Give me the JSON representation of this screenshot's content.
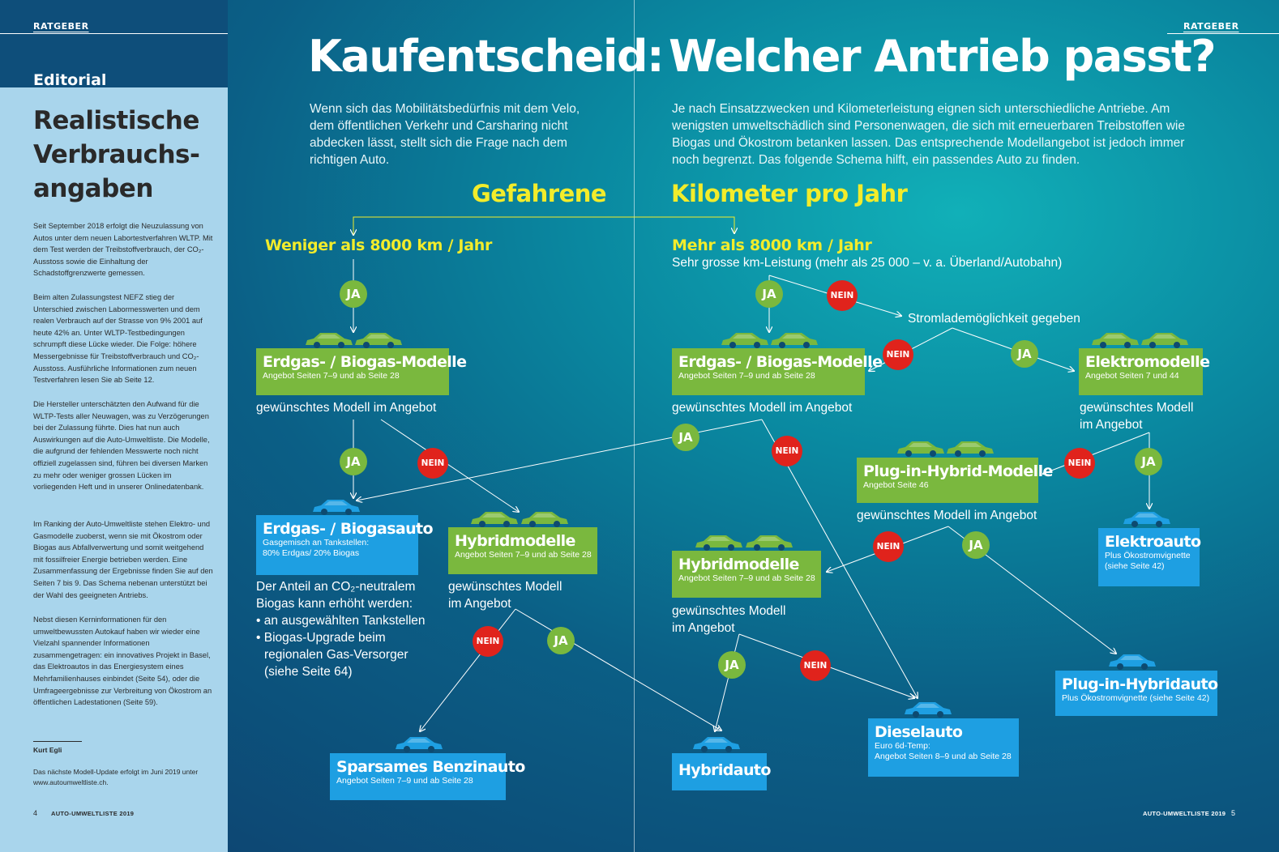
{
  "section_label": "RATGEBER",
  "editorial": {
    "label": "Editorial",
    "title": "Realistische Verbrauchs-angaben",
    "paragraphs": [
      "Seit September 2018 erfolgt die Neuzulassung von Autos unter dem neuen Labortestverfahren WLTP. Mit dem Test werden der Treibstoffverbrauch, der CO₂-Ausstoss sowie die Einhaltung der Schadstoffgrenzwerte gemessen.",
      "Beim alten Zulassungstest NEFZ stieg der Unterschied zwischen Labormesswerten und dem realen Verbrauch auf der Strasse von 9% 2001 auf heute 42% an. Unter WLTP-Testbedingungen schrumpft diese Lücke wieder. Die Folge: höhere Messergebnisse für Treibstoffverbrauch und CO₂-Ausstoss. Ausführliche Informationen zum neuen Testverfahren lesen Sie ab Seite 12.",
      "Die Hersteller unterschätzten den Aufwand für die WLTP-Tests aller Neuwagen, was zu Verzögerungen bei der Zulassung führte. Dies hat nun auch Auswirkungen auf die Auto-Umweltliste. Die Modelle, die aufgrund der fehlenden Messwerte noch nicht offiziell zugelassen sind, führen bei diversen Marken zu mehr oder weniger grossen Lücken im vorliegenden Heft und in unserer Onlinedatenbank.",
      "Im Ranking der Auto-Umweltliste stehen Elektro- und Gasmodelle zuoberst, wenn sie mit Ökostrom oder Biogas aus Abfallverwertung und somit weitgehend mit fossilfreier Energie betrieben werden. Eine Zusammenfassung der Ergebnisse finden Sie auf den Seiten 7 bis 9. Das Schema nebenan unterstützt bei der Wahl des geeigneten Antriebs.",
      "Nebst diesen Kerninformationen für den umweltbewussten Autokauf haben wir wieder eine Vielzahl spannender Informationen zusammengetragen: ein innovatives Projekt in Basel, das Elektroautos in das Energiesystem eines Mehrfamilienhauses einbindet (Seite 54), oder die Umfrageergebnisse zur Verbreitung von Ökostrom an öffentlichen Ladestationen (Seite 59)."
    ],
    "author": "Kurt Egli",
    "update_note": "Das nächste Modell-Update erfolgt im Juni 2019 unter www.autoumweltliste.ch."
  },
  "footer": {
    "left_page": "4",
    "right_page": "5",
    "publication": "AUTO-UMWELTLISTE 2019"
  },
  "headline": {
    "left": "Kaufentscheid:",
    "right": "Welcher Antrieb passt?"
  },
  "intro": {
    "left": "Wenn sich das Mobilitätsbedürfnis mit dem Velo, dem öffentlichen Verkehr und Carsharing nicht abdecken lässt, stellt sich die Frage nach dem richtigen Auto.",
    "right": "Je nach Einsatzzwecken und Kilometerleistung eignen sich unterschiedliche Antriebe. Am wenigsten umweltschädlich sind Personenwagen, die sich mit erneuerbaren Treibstoffen wie Biogas und Ökostrom betanken lassen. Das entsprechende Modellangebot ist jedoch immer noch begrenzt. Das folgende Schema hilft, ein passendes Auto zu finden."
  },
  "flow": {
    "heading_left": "Gefahrene",
    "heading_right": "Kilometer pro Jahr",
    "less_than": "Weniger als 8000 km / Jahr",
    "more_than": "Mehr als 8000 km / Jahr",
    "more_sub": "Sehr grosse km-Leistung (mehr als 25 000 – v. a. Überland/Autobahn)",
    "ja": "JA",
    "nein": "NEIN",
    "charging_question": "Stromlademöglichkeit gegeben",
    "available_q": "gewünschtes Modell im Angebot",
    "boxes": {
      "erdgas_modelle_l": {
        "title": "Erdgas- / Biogas-Modelle",
        "sub": "Angebot Seiten 7–9 und ab Seite 28"
      },
      "erdgas_modelle_r": {
        "title": "Erdgas- / Biogas-Modelle",
        "sub": "Angebot Seiten 7–9 und ab Seite 28"
      },
      "elektromodelle": {
        "title": "Elektromodelle",
        "sub": "Angebot Seiten 7 und 44"
      },
      "erdgasauto": {
        "title": "Erdgas- / Biogasauto",
        "sub1": "Gasgemisch an Tankstellen:",
        "sub2": "80% Erdgas/ 20% Biogas"
      },
      "hybrid_modelle_l": {
        "title": "Hybridmodelle",
        "sub": "Angebot Seiten 7–9 und ab Seite 28"
      },
      "hybrid_modelle_r": {
        "title": "Hybridmodelle",
        "sub": "Angebot Seiten 7–9 und ab Seite 28"
      },
      "plugin_modelle": {
        "title": "Plug-in-Hybrid-Modelle",
        "sub": "Angebot Seite 46"
      },
      "elektroauto": {
        "title": "Elektroauto",
        "sub1": "Plus Ökostromvignette",
        "sub2": "(siehe Seite 42)"
      },
      "plugin_auto": {
        "title": "Plug-in-Hybridauto",
        "sub": "Plus Ökostromvignette (siehe Seite 42)"
      },
      "dieselauto": {
        "title": "Dieselauto",
        "sub1": "Euro 6d-Temp:",
        "sub2": "Angebot Seiten 8–9 und ab Seite 28"
      },
      "hybridauto": {
        "title": "Hybridauto"
      },
      "benzinauto": {
        "title": "Sparsames Benzinauto",
        "sub": "Angebot Seiten 7–9 und ab Seite 28"
      }
    },
    "biogas_note": {
      "line1": "Der Anteil an CO₂-neutralem",
      "line2": "Biogas kann erhöht werden:",
      "bullet1": "• an ausgewählten Tankstellen",
      "bullet2a": "• Biogas-Upgrade beim",
      "bullet2b": "regionalen Gas-Versorger",
      "bullet2c": "(siehe Seite 64)"
    },
    "available_q_split1": "gewünschtes Modell",
    "available_q_split2": "im Angebot"
  },
  "colors": {
    "green": "#7ab83e",
    "blue": "#1e9fe2",
    "red": "#e0231c",
    "yellow": "#f2ec2b",
    "editorial_bg": "#a9d5ec"
  }
}
